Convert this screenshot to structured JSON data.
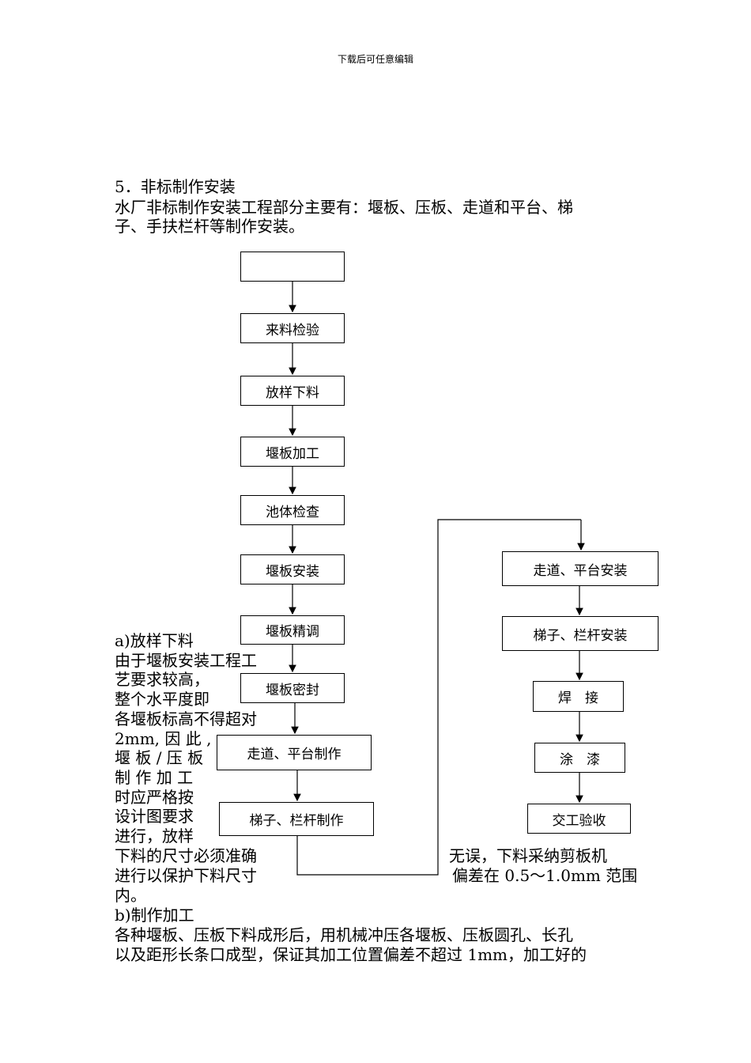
{
  "header": {
    "note": "下载后可任意编辑"
  },
  "section": {
    "title": "5．非标制作安装",
    "intro_line1": "水厂非标制作安装工程部分主要有：堰板、压板、走道和平台、梯",
    "intro_line2": "子、手扶栏杆等制作安装。"
  },
  "flowchart": {
    "left_column": [
      "",
      "来料检验",
      "放样下料",
      "堰板加工",
      "池体检查",
      "堰板安装",
      "堰板精调",
      "堰板密封",
      "走道、平台制作",
      "梯子、栏杆制作"
    ],
    "right_column": [
      "走道、平台安装",
      "梯子、栏杆安装",
      "焊　接",
      "涂　漆",
      "交工验收"
    ]
  },
  "subsection_a": {
    "title": "a)放样下料",
    "lines": [
      "由于堰板安装工程工",
      "艺要求较高，",
      "整个水平度即",
      "各堰板标高不得超对",
      "2mm, 因 此 ,",
      "堰 板 / 压 板",
      "制 作 加 工",
      "时应严格按",
      "设计图要求",
      "进行，放样",
      "下料的尺寸必须准确",
      "进行以保护下料尺寸",
      "内。"
    ],
    "right_lines": [
      "无误，下料采纳剪板机",
      "偏差在 0.5～1.0mm 范围"
    ]
  },
  "subsection_b": {
    "title": "b)制作加工",
    "lines": [
      "各种堰板、压板下料成形后，用机械冲压各堰板、压板圆孔、长孔",
      "以及距形长条口成型，保证其加工位置偏差不超过 1mm，加工好的"
    ]
  }
}
